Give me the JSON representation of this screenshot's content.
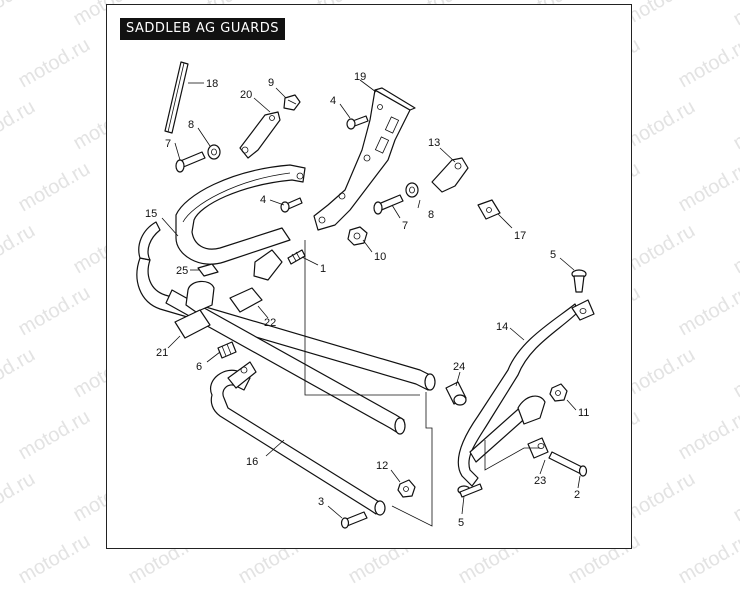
{
  "title": "SADDLEB AG GUARDS",
  "watermark": "motod.ru",
  "callouts": [
    {
      "id": "c1",
      "label": "1"
    },
    {
      "id": "c2",
      "label": "2"
    },
    {
      "id": "c3",
      "label": "3"
    },
    {
      "id": "c4a",
      "label": "4"
    },
    {
      "id": "c4b",
      "label": "4"
    },
    {
      "id": "c5a",
      "label": "5"
    },
    {
      "id": "c5b",
      "label": "5"
    },
    {
      "id": "c6",
      "label": "6"
    },
    {
      "id": "c7a",
      "label": "7"
    },
    {
      "id": "c7b",
      "label": "7"
    },
    {
      "id": "c8a",
      "label": "8"
    },
    {
      "id": "c8b",
      "label": "8"
    },
    {
      "id": "c9",
      "label": "9"
    },
    {
      "id": "c10",
      "label": "10"
    },
    {
      "id": "c11",
      "label": "11"
    },
    {
      "id": "c12",
      "label": "12"
    },
    {
      "id": "c13",
      "label": "13"
    },
    {
      "id": "c14",
      "label": "14"
    },
    {
      "id": "c15",
      "label": "15"
    },
    {
      "id": "c16",
      "label": "16"
    },
    {
      "id": "c17",
      "label": "17"
    },
    {
      "id": "c18",
      "label": "18"
    },
    {
      "id": "c19",
      "label": "19"
    },
    {
      "id": "c20",
      "label": "20"
    },
    {
      "id": "c21",
      "label": "21"
    },
    {
      "id": "c22",
      "label": "22"
    },
    {
      "id": "c23",
      "label": "23"
    },
    {
      "id": "c24",
      "label": "24"
    },
    {
      "id": "c25",
      "label": "25"
    }
  ]
}
